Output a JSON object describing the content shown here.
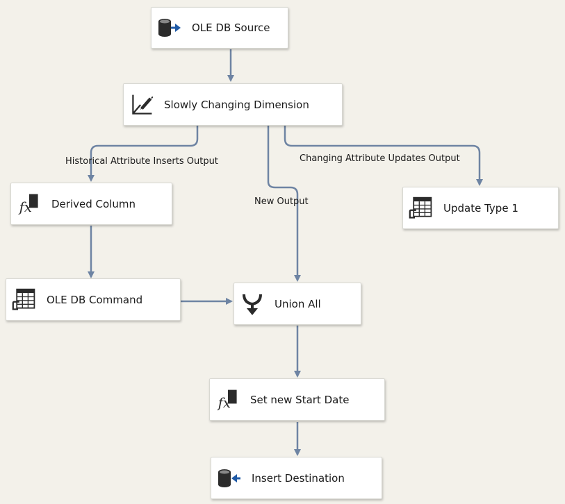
{
  "nodes": {
    "ole_db_source": {
      "label": "OLE DB Source",
      "icon": "database-arrow-out-icon"
    },
    "scd": {
      "label": "Slowly Changing Dimension",
      "icon": "dimension-axes-icon"
    },
    "derived_column": {
      "label": "Derived Column",
      "icon": "fx-icon"
    },
    "update_type1": {
      "label": "Update Type 1",
      "icon": "table-command-icon"
    },
    "ole_db_command": {
      "label": "OLE DB Command",
      "icon": "table-command-icon"
    },
    "union_all": {
      "label": "Union All",
      "icon": "merge-arrows-icon"
    },
    "set_start_date": {
      "label": "Set new Start Date",
      "icon": "fx-icon"
    },
    "insert_destination": {
      "label": "Insert Destination",
      "icon": "database-arrow-in-icon"
    }
  },
  "edges": {
    "historical": "Historical Attribute Inserts Output",
    "changing": "Changing Attribute Updates Output",
    "new_output": "New Output"
  },
  "colors": {
    "connector": "#6e84a3",
    "icon_dark": "#2b2b2b",
    "icon_accent": "#1f5aa6",
    "background": "#f3f1ea"
  }
}
